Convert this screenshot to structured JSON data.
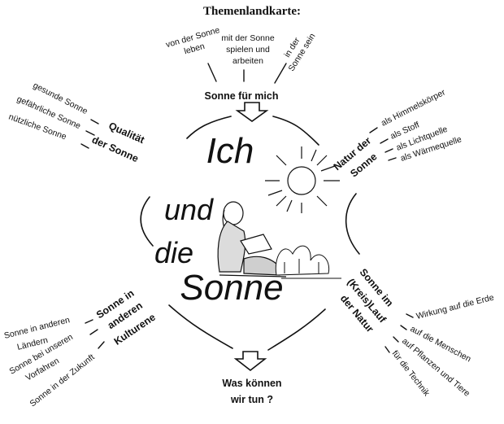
{
  "title": "Themenlandkarte:",
  "center": {
    "line1": "Ich",
    "line2": "und",
    "line3": "die",
    "line4": "Sonne"
  },
  "nodes": {
    "top": {
      "label": "Sonne für mich",
      "items": [
        "von der Sonne leben",
        "mit der Sonne spielen und arbeiten",
        "in der Sonne sein"
      ]
    },
    "upper_left": {
      "label_lines": [
        "Qualität",
        "der Sonne"
      ],
      "items": [
        "gesunde Sonne",
        "gefährliche Sonne",
        "nützliche Sonne"
      ]
    },
    "upper_right": {
      "label_lines": [
        "Natur der",
        "Sonne"
      ],
      "items": [
        "als Himmelskörper",
        "als Stoff",
        "als Lichtquelle",
        "als Wärmequelle"
      ]
    },
    "lower_left": {
      "label_lines": [
        "Sonne in",
        "anderen",
        "Kulturene"
      ],
      "items": [
        "Sonne in anderen Ländern",
        "Sonne bei unseren Vorfahren",
        "Sonne in der Zukunft"
      ]
    },
    "lower_right": {
      "label_lines": [
        "Sonne im",
        "(Kreis)Lauf",
        "der Natur"
      ],
      "items": [
        "Wirkung auf die Erde",
        "auf die Menschen",
        "auf Pflanzen und Tiere",
        "für die Technik"
      ]
    },
    "bottom": {
      "label_lines": [
        "Was können",
        "wir tun ?"
      ]
    }
  }
}
